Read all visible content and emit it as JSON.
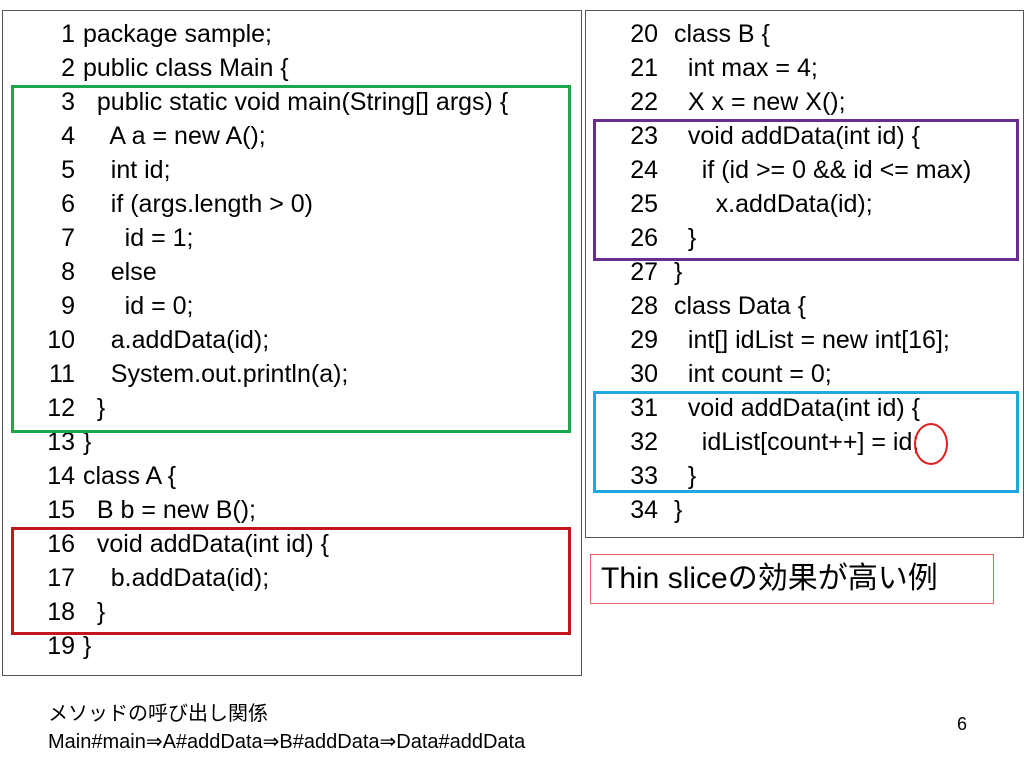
{
  "left_panel": {
    "lines": [
      {
        "num": "1",
        "code": "package sample;"
      },
      {
        "num": "2",
        "code": "public class Main {"
      },
      {
        "num": "3",
        "code": "  public static void main(String[] args) {"
      },
      {
        "num": "4",
        "code": "    A a = new A();"
      },
      {
        "num": "5",
        "code": "    int id;"
      },
      {
        "num": "6",
        "code": "    if (args.length > 0)"
      },
      {
        "num": "7",
        "code": "      id = 1;"
      },
      {
        "num": "8",
        "code": "    else"
      },
      {
        "num": "9",
        "code": "      id = 0;"
      },
      {
        "num": "10",
        "code": "    a.addData(id);"
      },
      {
        "num": "11",
        "code": "    System.out.println(a);"
      },
      {
        "num": "12",
        "code": "  }"
      },
      {
        "num": "13",
        "code": "}"
      },
      {
        "num": "14",
        "code": "class A {"
      },
      {
        "num": "15",
        "code": "  B b = new B();"
      },
      {
        "num": "16",
        "code": "  void addData(int id) {"
      },
      {
        "num": "17",
        "code": "    b.addData(id);"
      },
      {
        "num": "18",
        "code": "  }"
      },
      {
        "num": "19",
        "code": "}"
      }
    ]
  },
  "right_panel": {
    "lines": [
      {
        "num": "20",
        "code": "class B {"
      },
      {
        "num": "21",
        "code": "  int max = 4;"
      },
      {
        "num": "22",
        "code": "  X x = new X();"
      },
      {
        "num": "23",
        "code": "  void addData(int id) {"
      },
      {
        "num": "24",
        "code": "    if (id >= 0 && id <= max)"
      },
      {
        "num": "25",
        "code": "      x.addData(id);"
      },
      {
        "num": "26",
        "code": "  }"
      },
      {
        "num": "27",
        "code": "}"
      },
      {
        "num": "28",
        "code": "class Data {"
      },
      {
        "num": "29",
        "code": "  int[] idList = new int[16];"
      },
      {
        "num": "30",
        "code": "  int count = 0;"
      },
      {
        "num": "31",
        "code": "  void addData(int id) {"
      },
      {
        "num": "32",
        "code": "    idList[count++] = id;"
      },
      {
        "num": "33",
        "code": "  }"
      },
      {
        "num": "34",
        "code": "}"
      }
    ]
  },
  "callout": "Thin sliceの効果が高い例",
  "call_relation": {
    "title": "メソッドの呼び出し関係",
    "chain": "Main#main⇒A#addData⇒B#addData⇒Data#addData"
  },
  "page_number": "6",
  "colors": {
    "green": "#1aa64a",
    "red": "#c0161c",
    "purple": "#6a2c91",
    "blue": "#1ca9e0",
    "circle": "#e02020"
  }
}
